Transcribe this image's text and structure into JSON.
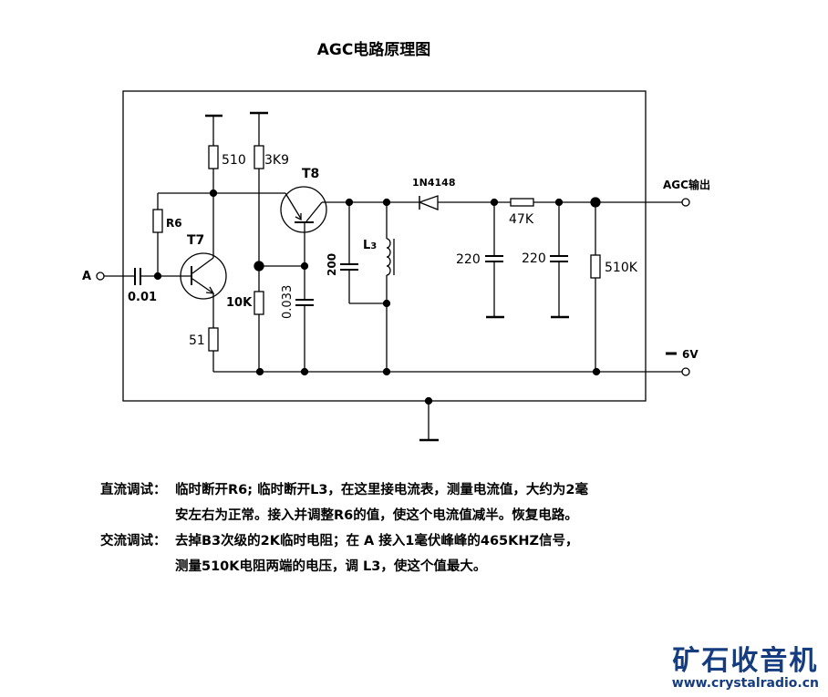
{
  "title": "AGC电路原理图",
  "components": {
    "transistors": [
      {
        "id": "T7",
        "label": "T7"
      },
      {
        "id": "T8",
        "label": "T8"
      }
    ],
    "resistors": {
      "r510": "510",
      "r3k9": "3K9",
      "r6": "R6",
      "r10k": "10K",
      "r51": "51",
      "r47k": "47K",
      "r510k": "510K"
    },
    "capacitors": {
      "c_in": "0.01",
      "c_0033": "0.033",
      "c_200": "200",
      "c_220a": "220",
      "c_220b": "220"
    },
    "inductor": {
      "label": "L",
      "sub": "3"
    },
    "diode": "1N4148"
  },
  "terminals": {
    "input": "A",
    "output": "AGC输出",
    "supply": "6V"
  },
  "notes": {
    "dc": {
      "head": "直流调试：",
      "line1": "临时断开R6; 临时断开L3，在这里接电流表，测量电流值，大约为2毫",
      "line2": "安左右为正常。接入并调整R6的值，使这个电流值减半。恢复电路。"
    },
    "ac": {
      "head": "交流调试：",
      "line1": "去掉B3次级的2K临时电阻；在 A 接入1毫伏峰峰的465KHZ信号，",
      "line2": "测量510K电阻两端的电压，调 L3，使这个值最大。"
    }
  },
  "logo": {
    "name": "矿石收音机",
    "url": "www.crystalradio.cn"
  },
  "colors": {
    "line": "#000000",
    "logo": "#163c80"
  }
}
